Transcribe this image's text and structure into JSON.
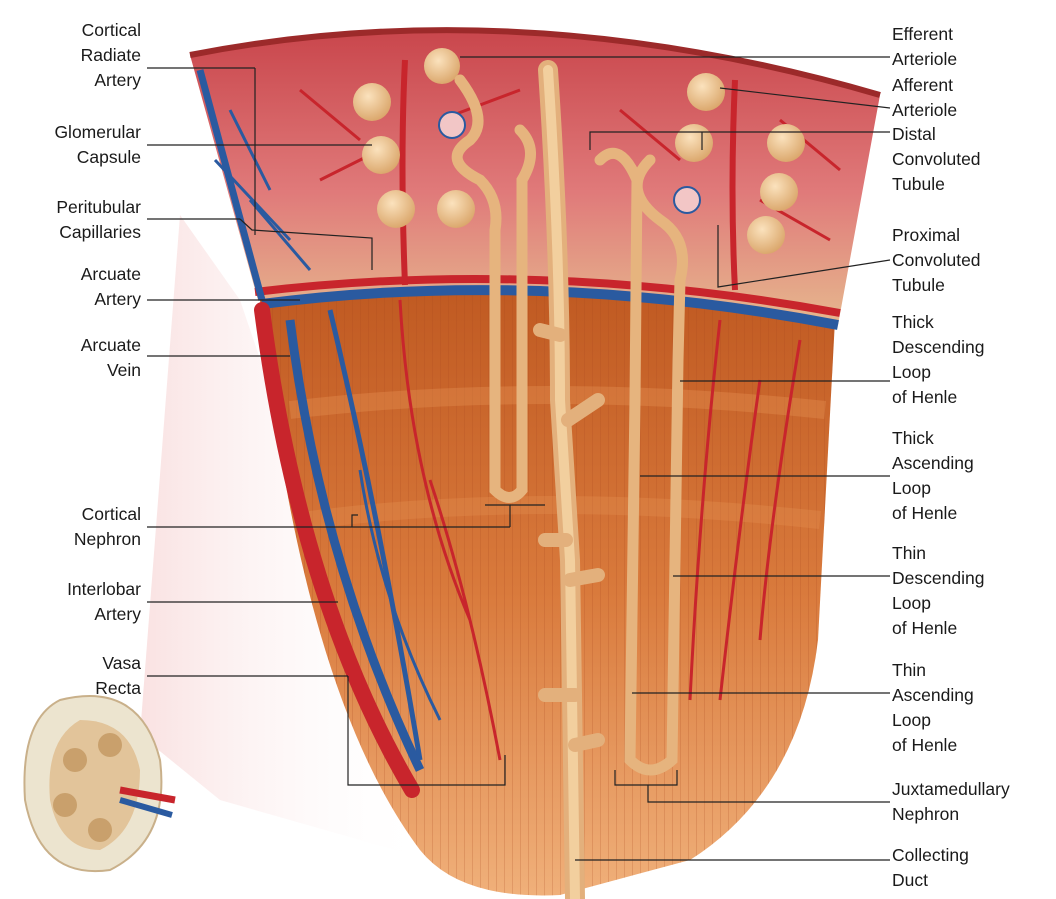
{
  "left_labels": [
    {
      "id": "cortical-radiate-artery",
      "lines": [
        "Cortical",
        "Radiate",
        "Artery"
      ]
    },
    {
      "id": "glomerular-capsule",
      "lines": [
        "Glomerular",
        "Capsule"
      ]
    },
    {
      "id": "peritubular-capillaries",
      "lines": [
        "Peritubular",
        "Capillaries"
      ]
    },
    {
      "id": "arcuate-artery",
      "lines": [
        "Arcuate",
        "Artery"
      ]
    },
    {
      "id": "arcuate-vein",
      "lines": [
        "Arcuate",
        "Vein"
      ]
    },
    {
      "id": "cortical-nephron",
      "lines": [
        "Cortical",
        "Nephron"
      ]
    },
    {
      "id": "interlobar-artery",
      "lines": [
        "Interlobar",
        "Artery"
      ]
    },
    {
      "id": "vasa-recta",
      "lines": [
        "Vasa",
        "Recta"
      ]
    }
  ],
  "right_labels": [
    {
      "id": "efferent-arteriole",
      "lines": [
        "Efferent",
        "Arteriole"
      ]
    },
    {
      "id": "afferent-arteriole",
      "lines": [
        "Afferent",
        "Arteriole"
      ]
    },
    {
      "id": "distal-convoluted-tubule",
      "lines": [
        "Distal",
        "Convoluted",
        "Tubule"
      ]
    },
    {
      "id": "proximal-convoluted-tubule",
      "lines": [
        "Proximal",
        "Convoluted",
        "Tubule"
      ]
    },
    {
      "id": "thick-descending-loop",
      "lines": [
        "Thick",
        "Descending",
        "Loop",
        "of Henle"
      ]
    },
    {
      "id": "thick-ascending-loop",
      "lines": [
        "Thick",
        "Ascending",
        "Loop",
        "of Henle"
      ]
    },
    {
      "id": "thin-descending-loop",
      "lines": [
        "Thin",
        "Descending",
        "Loop",
        "of Henle"
      ]
    },
    {
      "id": "thin-ascending-loop",
      "lines": [
        "Thin",
        "Ascending",
        "Loop",
        "of Henle"
      ]
    },
    {
      "id": "juxtamedullary-nephron",
      "lines": [
        "Juxtamedullary",
        "Nephron"
      ]
    },
    {
      "id": "collecting-duct",
      "lines": [
        "Collecting",
        "Duct"
      ]
    }
  ],
  "colors": {
    "cortex": "#dd6a6e",
    "medulla": "#cf6a2c",
    "artery": "#c8252c",
    "vein": "#2a5aa0",
    "tubule": "#efc48c",
    "leader": "#222222"
  }
}
